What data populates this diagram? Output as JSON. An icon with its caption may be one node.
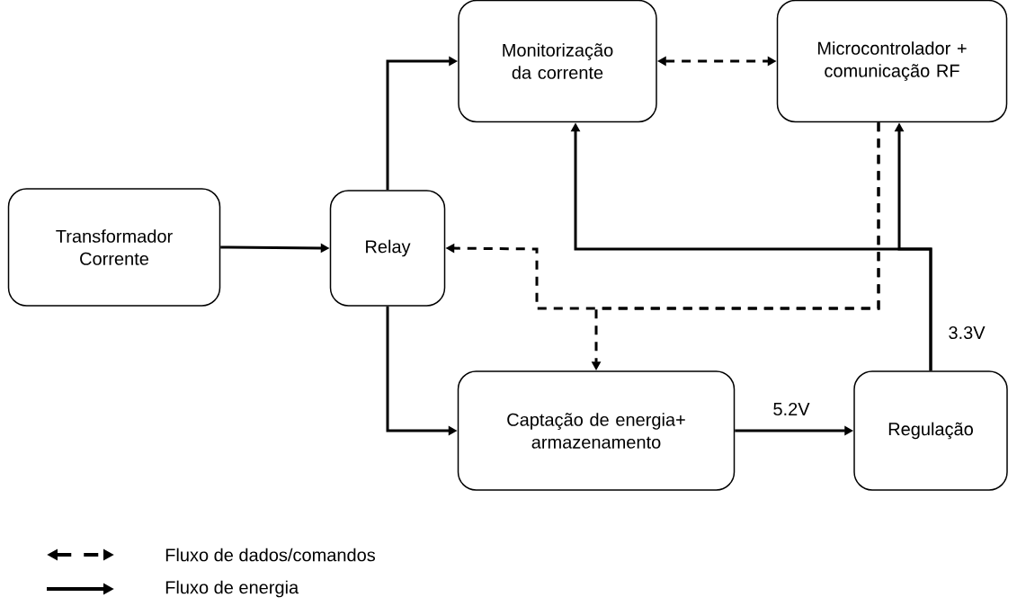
{
  "diagram": {
    "nodes": [
      {
        "text": [
          "Transformador Corrente"
        ]
      },
      {
        "text": [
          "Monitorização da corrente"
        ]
      },
      {
        "text": [
          "Microcontrolador + comunicação RF"
        ]
      },
      {
        "text": [
          "Relay"
        ]
      },
      {
        "text": [
          "Captação de energia+ armazenamento"
        ]
      },
      {
        "text": [
          "Regulação"
        ]
      }
    ],
    "edges": [
      {
        "from": 0,
        "to": 3,
        "arrow": "to"
      },
      {
        "from": 3,
        "to": 1,
        "arrow": "to"
      },
      {
        "from": 3,
        "to": 4,
        "arrow": "to"
      },
      {
        "from": 1,
        "to": 2,
        "arrow": "both",
        "style": "dashed"
      },
      {
        "from": 2,
        "to": 3,
        "arrow": "to",
        "style": "dashed"
      },
      {
        "from": 2,
        "to": 4,
        "arrow": "to",
        "style": "dashed"
      },
      {
        "from": 4,
        "to": 5,
        "arrow": "to",
        "label": "5.2V"
      },
      {
        "from": 5,
        "to": 1,
        "arrow": "to",
        "label": "3.3V"
      },
      {
        "from": 5,
        "to": 2,
        "arrow": "to"
      }
    ],
    "legend": [
      {
        "text": "Fluxo de dados/comandos"
      },
      {
        "text": "Fluxo de energia"
      }
    ]
  }
}
